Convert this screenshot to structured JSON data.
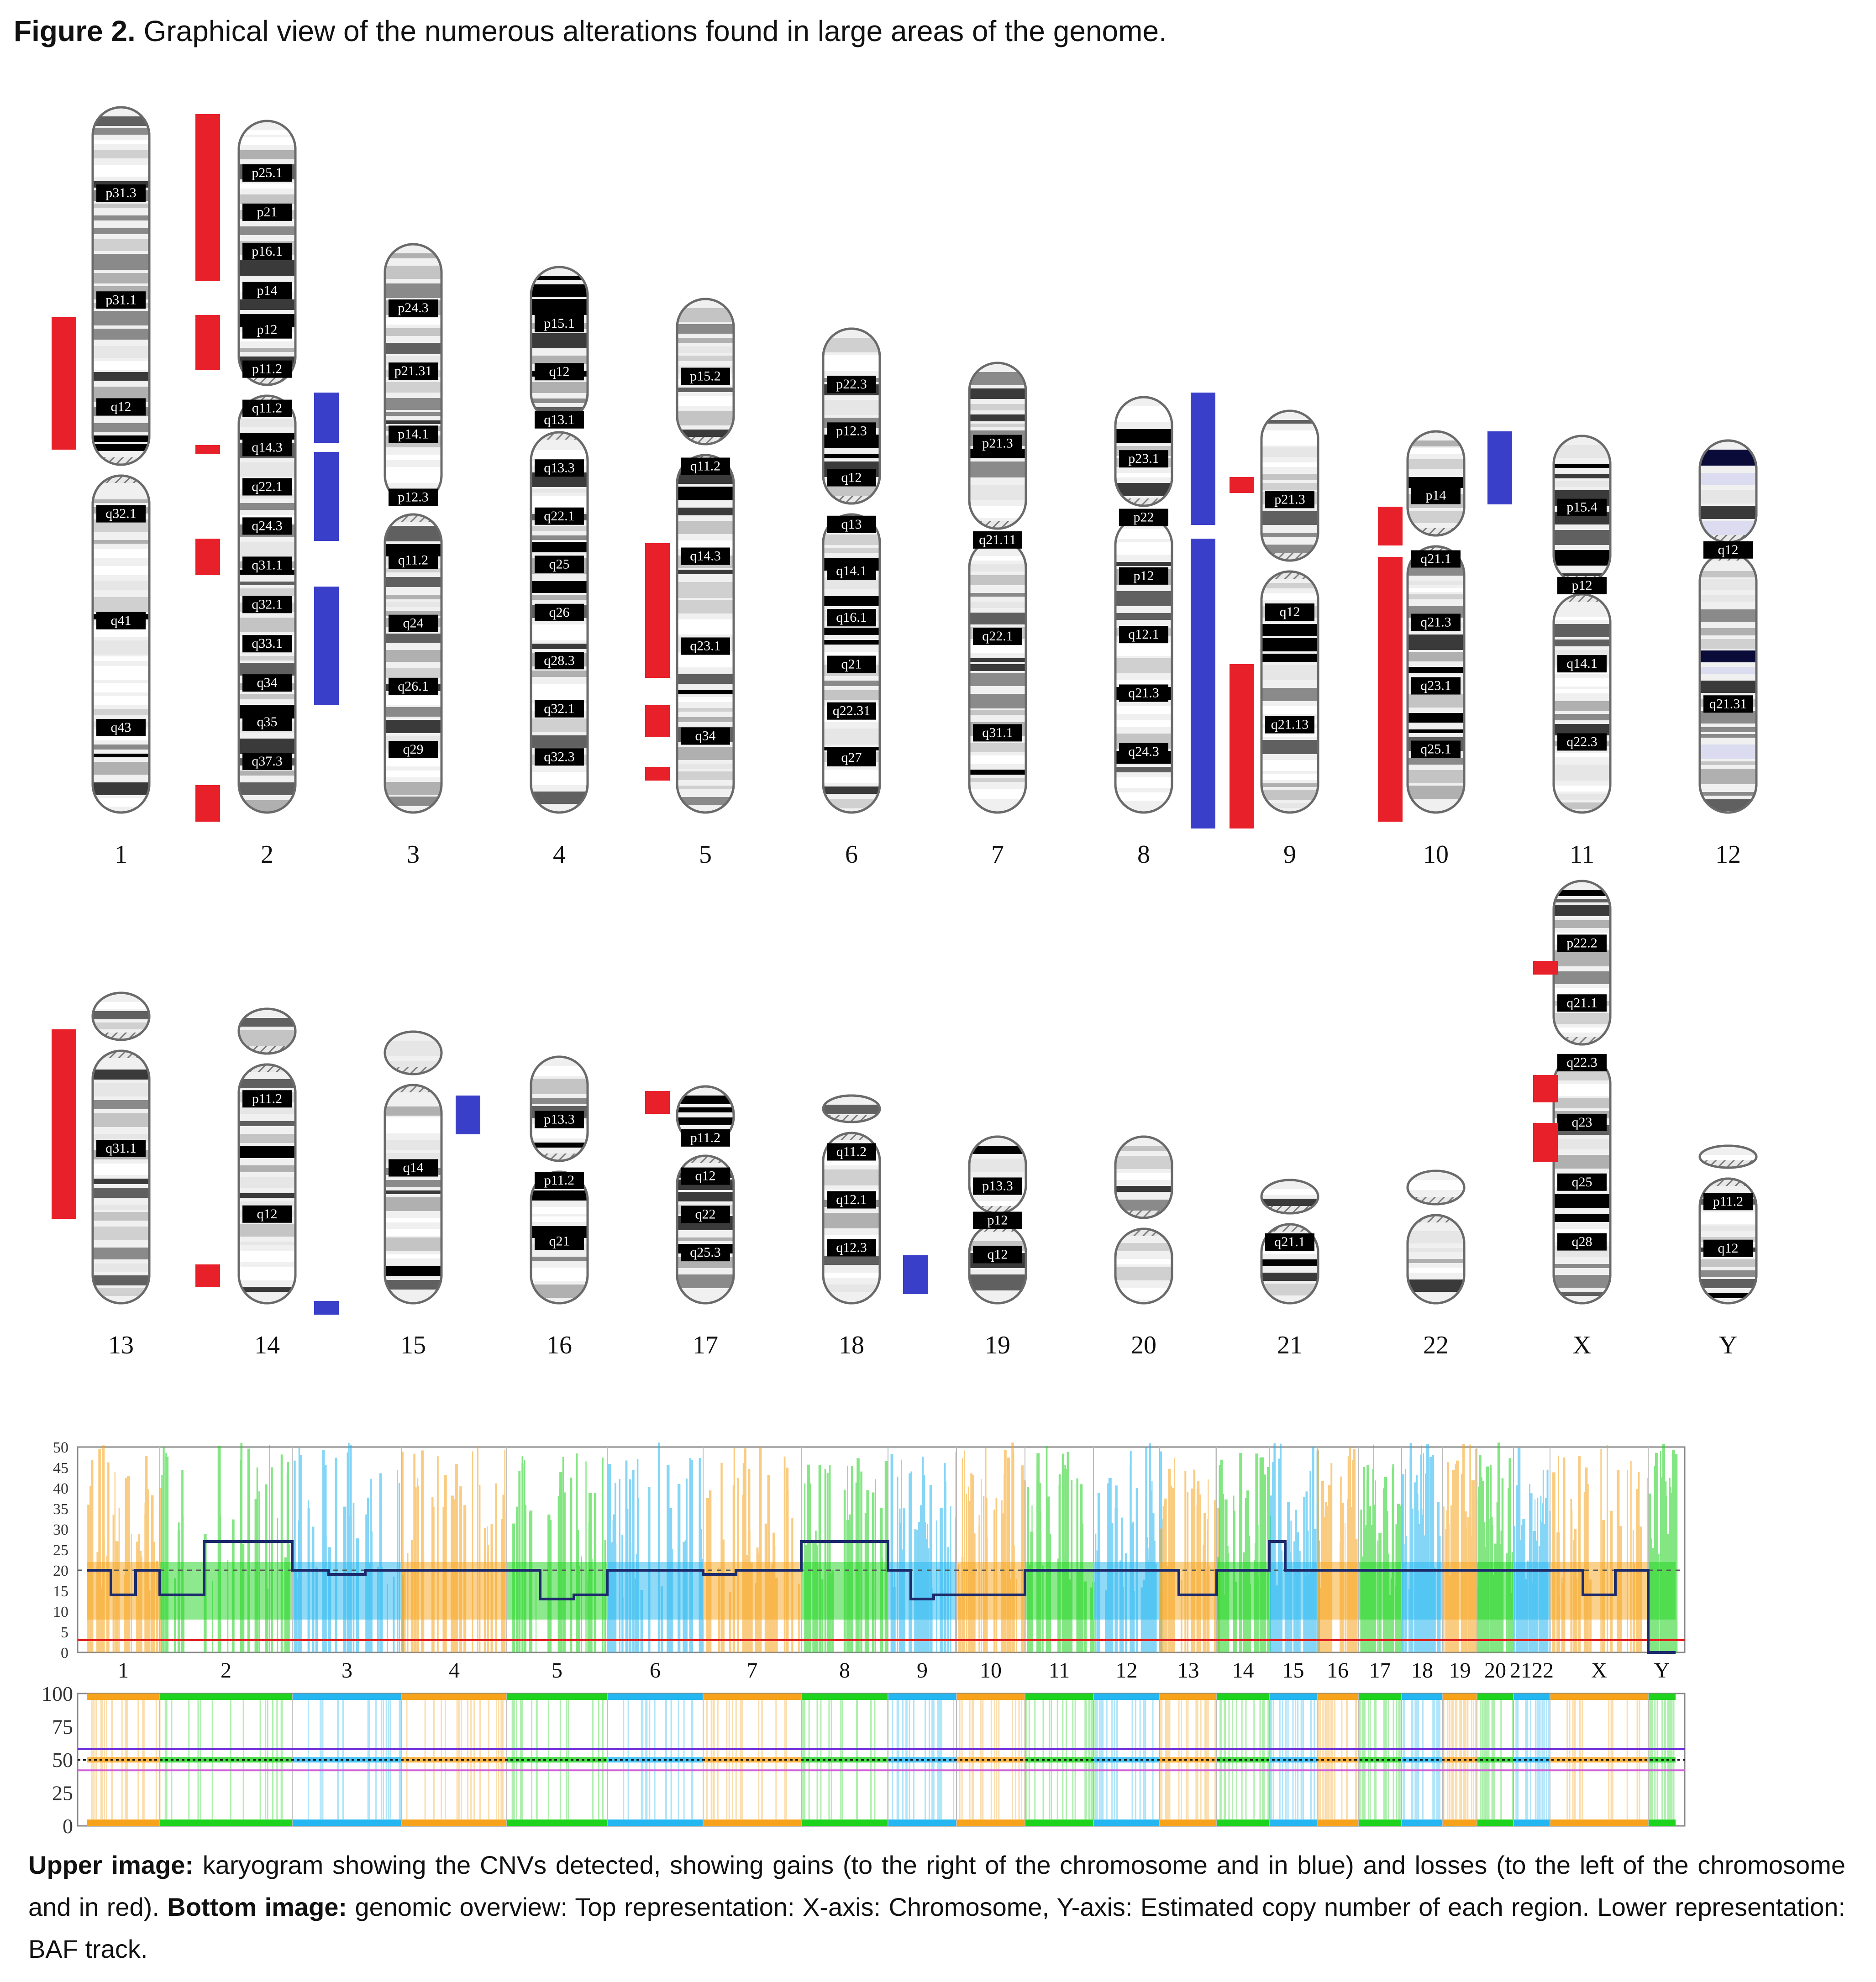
{
  "figure": {
    "label": "Figure 2.",
    "title": "Graphical view of the numerous alterations found in large areas of the genome."
  },
  "colors": {
    "loss": "#e8202a",
    "gain": "#3a3fc9",
    "chrom_orange": "#f6a31b",
    "chrom_green": "#1ed31e",
    "chrom_blue": "#23b6f0",
    "trace": "#1c2a6b"
  },
  "karyogram": {
    "row1": [
      {
        "label": "1",
        "bands": [
          "p31.3",
          "p31.1",
          "q12",
          "q32.1",
          "q41",
          "q43"
        ]
      },
      {
        "label": "2",
        "bands": [
          "p25.1",
          "p21",
          "p16.1",
          "p14",
          "p12",
          "p11.2",
          "q11.2",
          "q14.3",
          "q22.1",
          "q24.3",
          "q31.1",
          "q32.1",
          "q33.1",
          "q34",
          "q35",
          "q37.3"
        ]
      },
      {
        "label": "3",
        "bands": [
          "p24.3",
          "p21.31",
          "p14.1",
          "p12.3",
          "q11.2",
          "q24",
          "q26.1",
          "q29"
        ]
      },
      {
        "label": "4",
        "bands": [
          "p15.1",
          "q12",
          "q13.1",
          "q13.3",
          "q22.1",
          "q25",
          "q26",
          "q28.3",
          "q32.1",
          "q32.3"
        ]
      },
      {
        "label": "5",
        "bands": [
          "p15.2",
          "q11.2",
          "q14.3",
          "q23.1",
          "q34"
        ]
      },
      {
        "label": "6",
        "bands": [
          "p22.3",
          "p12.3",
          "q12",
          "q13",
          "q14.1",
          "q16.1",
          "q21",
          "q22.31",
          "q27"
        ]
      },
      {
        "label": "7",
        "bands": [
          "p21.3",
          "q21.11",
          "q22.1",
          "q31.1"
        ]
      },
      {
        "label": "8",
        "bands": [
          "p23.1",
          "p22",
          "p12",
          "q12.1",
          "q21.3",
          "q24.3"
        ]
      },
      {
        "label": "9",
        "bands": [
          "p21.3",
          "q12",
          "q21.13"
        ]
      },
      {
        "label": "10",
        "bands": [
          "p14",
          "q21.1",
          "q21.3",
          "q23.1",
          "q25.1"
        ]
      },
      {
        "label": "11",
        "bands": [
          "p15.4",
          "p12",
          "q14.1",
          "q22.3"
        ]
      },
      {
        "label": "12",
        "bands": [
          "q12",
          "q21.31"
        ]
      }
    ],
    "row2": [
      {
        "label": "13",
        "bands": [
          "q31.1"
        ]
      },
      {
        "label": "14",
        "bands": [
          "p11.2",
          "q12"
        ]
      },
      {
        "label": "15",
        "bands": [
          "q14"
        ]
      },
      {
        "label": "16",
        "bands": [
          "p13.3",
          "p11.2",
          "q21"
        ]
      },
      {
        "label": "17",
        "bands": [
          "p11.2",
          "q12",
          "q22",
          "q25.3"
        ]
      },
      {
        "label": "18",
        "bands": [
          "q11.2",
          "q12.1",
          "q12.3"
        ]
      },
      {
        "label": "19",
        "bands": [
          "p13.3",
          "p12",
          "q12"
        ]
      },
      {
        "label": "20",
        "bands": []
      },
      {
        "label": "21",
        "bands": [
          "q21.1"
        ]
      },
      {
        "label": "22",
        "bands": []
      },
      {
        "label": "X",
        "bands": [
          "p22.2",
          "q21.1",
          "q22.3",
          "q23",
          "q25",
          "q28"
        ]
      },
      {
        "label": "Y",
        "bands": [
          "p11.2",
          "q12"
        ]
      }
    ]
  },
  "cnv_plot": {
    "y_ticks": [
      "50",
      "45",
      "40",
      "35",
      "30",
      "25",
      "20",
      "15",
      "10",
      "5",
      "0"
    ],
    "ylim": [
      0,
      50
    ],
    "x_labels": [
      "1",
      "2",
      "3",
      "4",
      "5",
      "6",
      "7",
      "8",
      "9",
      "10",
      "11",
      "12",
      "13",
      "14",
      "15",
      "16",
      "17",
      "18",
      "19",
      "20",
      "2122",
      "X",
      "Y"
    ]
  },
  "baf_plot": {
    "y_ticks": [
      "100",
      "75",
      "50",
      "25",
      "0"
    ],
    "ylim": [
      0,
      100
    ]
  },
  "caption": {
    "upper_label": "Upper image:",
    "upper_text": " karyogram showing the CNVs detected, showing gains (to the right of the chromosome and in blue) and losses (to the left of the chromosome and in red). ",
    "bottom_label": "Bottom image:",
    "bottom_text": " genomic overview: Top representation: X-axis: Chromosome, Y-axis: Estimated copy number of each region. Lower representation: BAF track."
  }
}
